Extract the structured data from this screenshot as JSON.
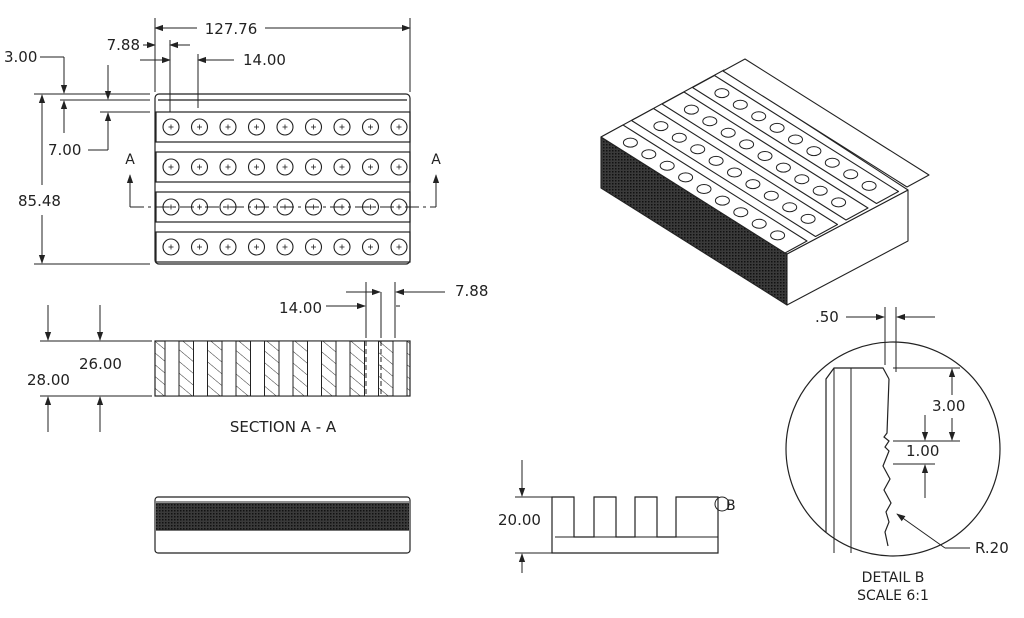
{
  "dimensions": {
    "overall_width": "127.76",
    "top_margin": "3.00",
    "hole_offset": "7.88",
    "hole_pitch": "14.00",
    "row_offset": "7.00",
    "overall_depth": "85.48",
    "section_pitch": "14.00",
    "section_offset": "7.88",
    "inner_height": "26.00",
    "overall_height": "28.00",
    "slot_depth": "20.00",
    "detail_gap": ".50",
    "detail_pitch": "3.00",
    "detail_step": "1.00",
    "detail_radius": "R.20"
  },
  "labels": {
    "section_marker_left": "A",
    "section_marker_right": "A",
    "section_title": "SECTION A - A",
    "detail_marker": "B",
    "detail_title": "DETAIL B",
    "detail_scale": "SCALE 6:1"
  }
}
